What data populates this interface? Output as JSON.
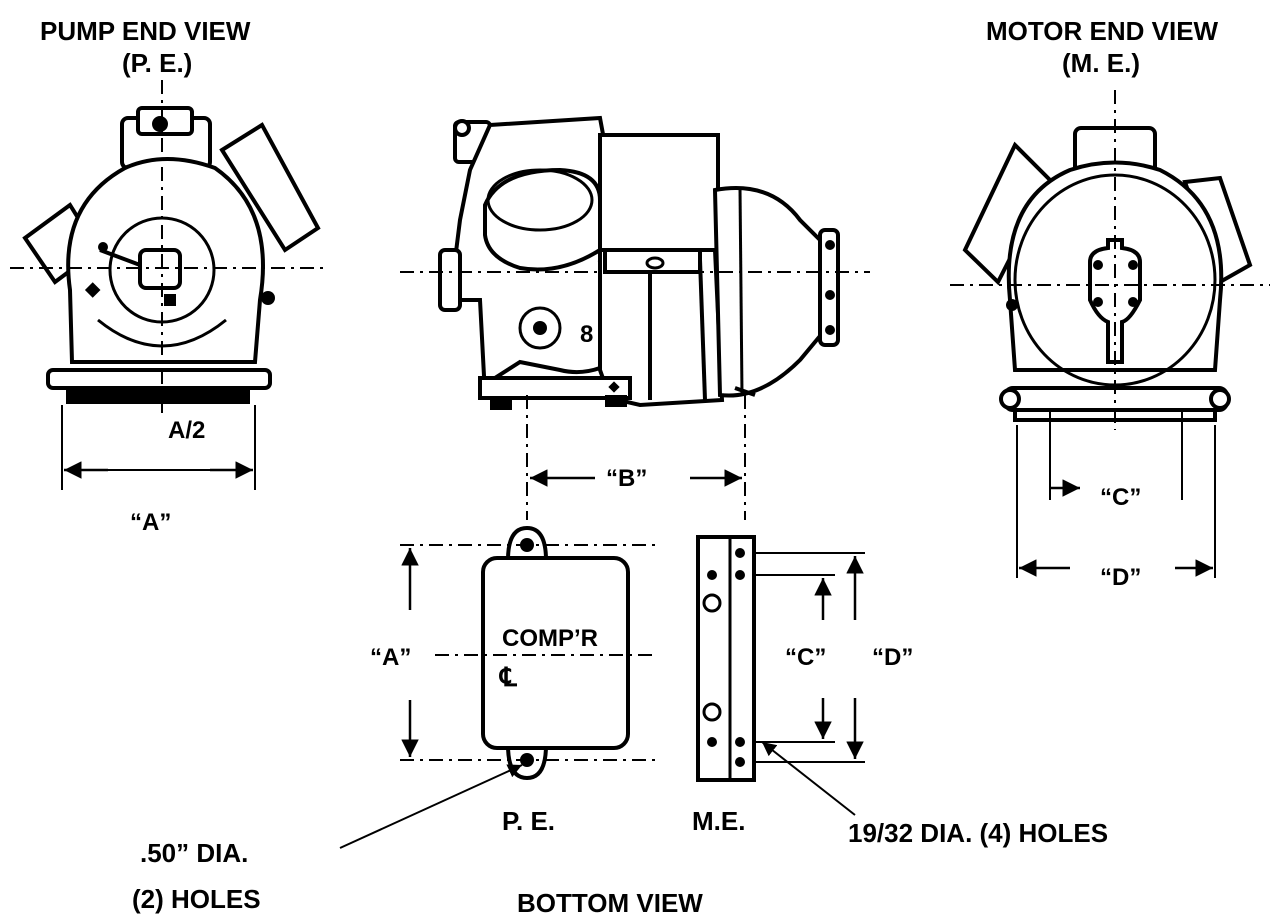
{
  "labels": {
    "pump_end_title": "PUMP END VIEW",
    "pump_end_abbr": "(P. E.)",
    "motor_end_title": "MOTOR END VIEW",
    "motor_end_abbr": "(M. E.)",
    "a_half": "A/2",
    "dim_a_top": "“A”",
    "dim_b": "“B”",
    "dim_c_right": "“C”",
    "dim_d_right": "“D”",
    "dim_a_bottom": "“A”",
    "compr": "COMP’R",
    "centerline": "℄",
    "dim_c_bottom": "“C”",
    "dim_d_bottom": "“D”",
    "pe": "P. E.",
    "me": "M.E.",
    "holes_right": "19/32 DIA. (4) HOLES",
    "holes_left_1": ".50” DIA.",
    "holes_left_2": "(2) HOLES",
    "bottom_view": "BOTTOM VIEW"
  },
  "colors": {
    "ink": "#000000",
    "paper": "#ffffff"
  }
}
